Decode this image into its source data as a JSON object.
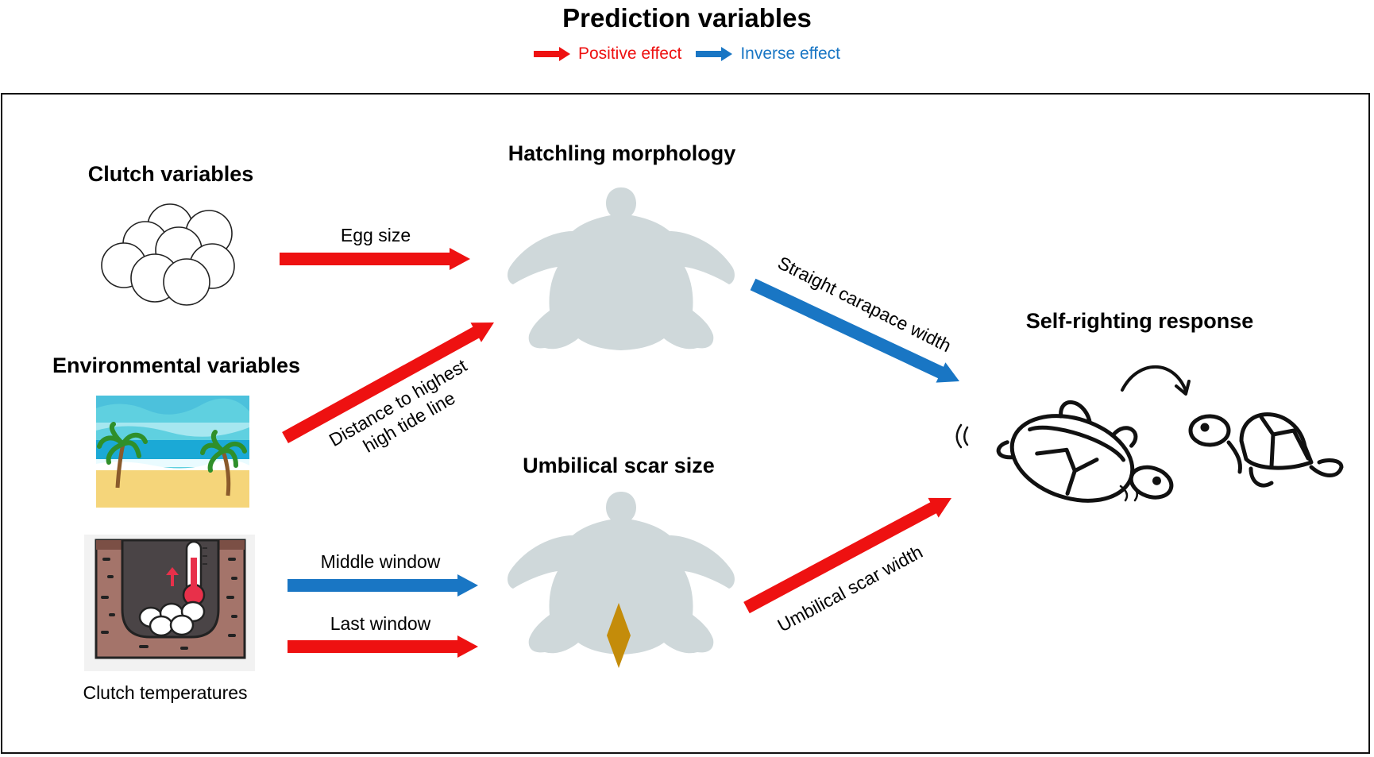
{
  "title": "Prediction variables",
  "legend": {
    "positive": {
      "label": "Positive effect",
      "color": "#ee1111"
    },
    "inverse": {
      "label": "Inverse effect",
      "color": "#1976c4"
    }
  },
  "groups": {
    "clutch_variables": "Clutch variables",
    "environmental_variables": "Environmental variables",
    "clutch_temperatures": "Clutch temperatures",
    "hatchling_morphology": "Hatchling morphology",
    "umbilical_scar_size": "Umbilical scar size",
    "self_righting_response": "Self-righting response"
  },
  "effects": {
    "egg_size": {
      "label": "Egg size",
      "effect": "positive"
    },
    "distance_tide": {
      "label_line1": "Distance to highest",
      "label_line2": "high tide line",
      "effect": "positive"
    },
    "middle_window": {
      "label": "Middle window",
      "effect": "inverse"
    },
    "last_window": {
      "label": "Last window",
      "effect": "positive"
    },
    "carapace_width": {
      "label": "Straight carapace width",
      "effect": "inverse"
    },
    "scar_width": {
      "label": "Umbilical scar width",
      "effect": "positive"
    }
  },
  "icons": {
    "eggs": "egg-clutch-icon",
    "beach": "beach-icon",
    "nest": "nest-thermometer-icon",
    "hatchling": "turtle-silhouette-icon",
    "scar": "scar-diamond-icon",
    "flip": "turtle-flip-icon"
  },
  "colors": {
    "silhouette": "#cfd8da",
    "scar": "#c48c0a",
    "sand": "#f5d57a",
    "sea": "#1ba9d6",
    "sky": "#5fd0e0",
    "soil": "#a4746a"
  }
}
